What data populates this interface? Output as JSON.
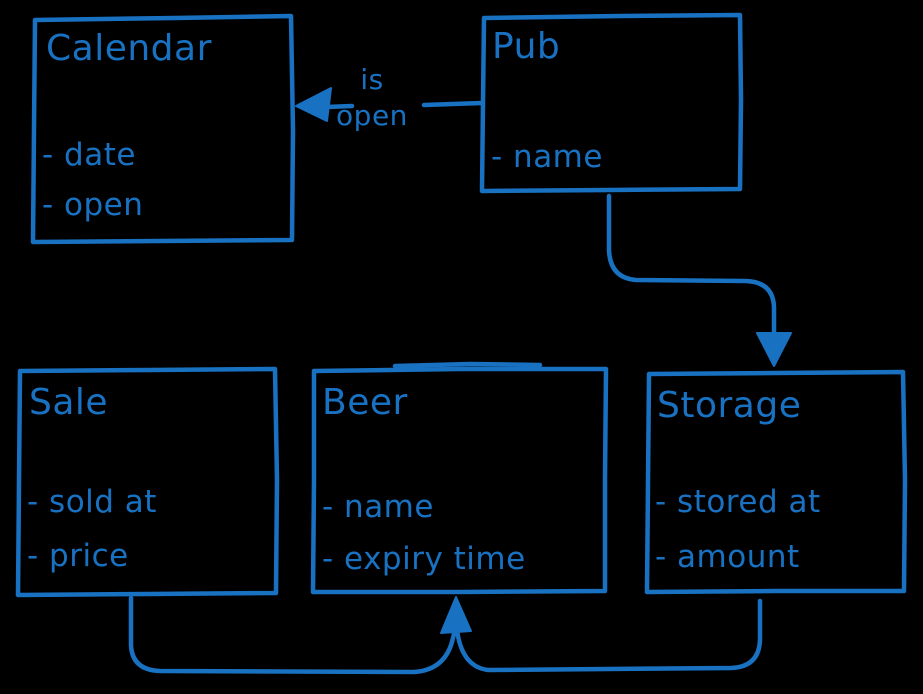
{
  "diagram": {
    "type": "entity-relationship",
    "stroke_color": "#1971c2",
    "background_color": "#000000",
    "entities": [
      {
        "title": "Calendar",
        "attributes": [
          "- date",
          "- open"
        ]
      },
      {
        "title": "Pub",
        "attributes": [
          "- name"
        ]
      },
      {
        "title": "Sale",
        "attributes": [
          "- sold at",
          "- price"
        ]
      },
      {
        "title": "Beer",
        "attributes": [
          "- name",
          "- expiry time"
        ]
      },
      {
        "title": "Storage",
        "attributes": [
          "- stored at",
          "- amount"
        ]
      }
    ],
    "relations": [
      {
        "from": "Pub",
        "to": "Calendar",
        "label": "is open"
      },
      {
        "from": "Pub",
        "to": "Storage",
        "label": ""
      },
      {
        "from": "Sale",
        "to": "Beer",
        "label": ""
      },
      {
        "from": "Storage",
        "to": "Beer",
        "label": ""
      }
    ]
  }
}
